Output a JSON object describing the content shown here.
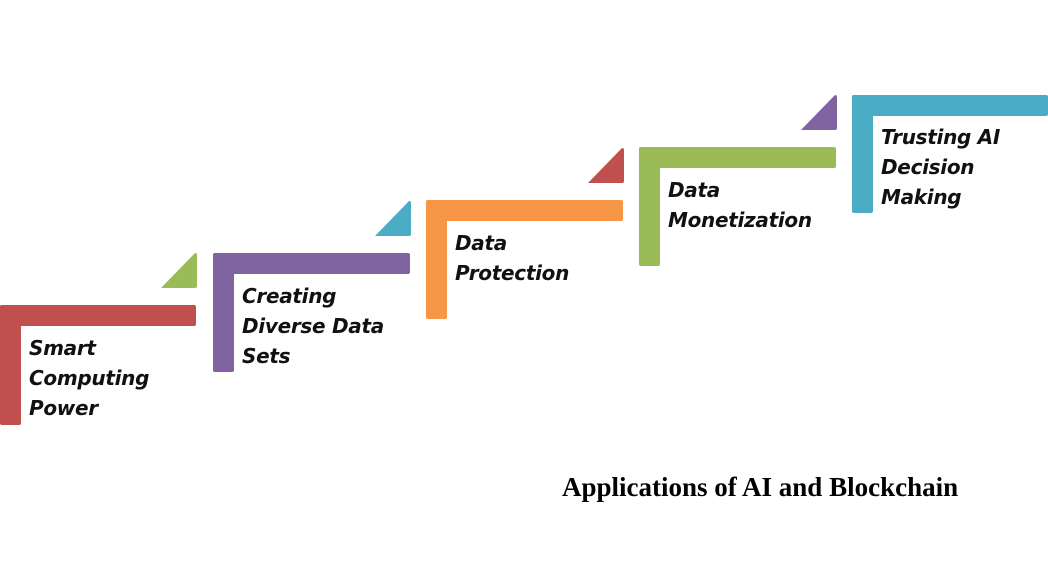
{
  "diagram": {
    "title": "Applications of AI and Blockchain",
    "steps": [
      {
        "id": "smart-computing-power",
        "lines": [
          "Smart",
          "Computing",
          "Power"
        ],
        "color": "#C0504D",
        "marker_color": "#9BBB59"
      },
      {
        "id": "creating-diverse-data-sets",
        "lines": [
          "Creating",
          "Diverse Data",
          "Sets"
        ],
        "color": "#8064A2",
        "marker_color": "#4BACC6"
      },
      {
        "id": "data-protection",
        "lines": [
          "Data",
          "Protection"
        ],
        "color": "#F79646",
        "marker_color": "#C0504D"
      },
      {
        "id": "data-monetization",
        "lines": [
          "Data",
          "Monetization"
        ],
        "color": "#9BBB59",
        "marker_color": "#8064A2"
      },
      {
        "id": "trusting-ai-decision-making",
        "lines": [
          "Trusting AI",
          "Decision",
          "Making"
        ],
        "color": "#4BACC6",
        "marker_color": null
      }
    ]
  }
}
